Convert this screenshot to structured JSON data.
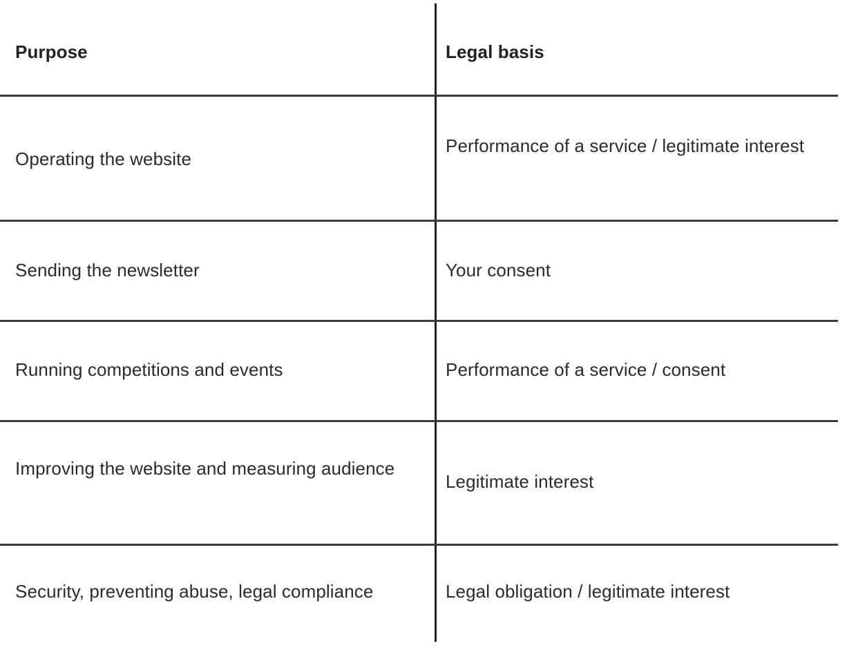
{
  "table": {
    "columns": [
      {
        "key": "purpose",
        "label": "Purpose"
      },
      {
        "key": "legal_basis",
        "label": "Legal basis"
      }
    ],
    "rows": [
      {
        "purpose": "Operating the website",
        "legal_basis": "Performance of a service / legitimate interest"
      },
      {
        "purpose": "Sending the newsletter",
        "legal_basis": "Your consent"
      },
      {
        "purpose": "Running competitions and events",
        "legal_basis": "Performance of a service / consent"
      },
      {
        "purpose": "Improving the website and measuring audience",
        "legal_basis": "Legitimate interest"
      },
      {
        "purpose": "Security, preventing abuse, legal compliance",
        "legal_basis": "Legal obligation / legitimate interest"
      }
    ]
  },
  "style": {
    "text_color": "#2b2b2b",
    "rule_color": "#3a3a3a",
    "divider_color": "#1f1f1f",
    "background": "#ffffff"
  }
}
